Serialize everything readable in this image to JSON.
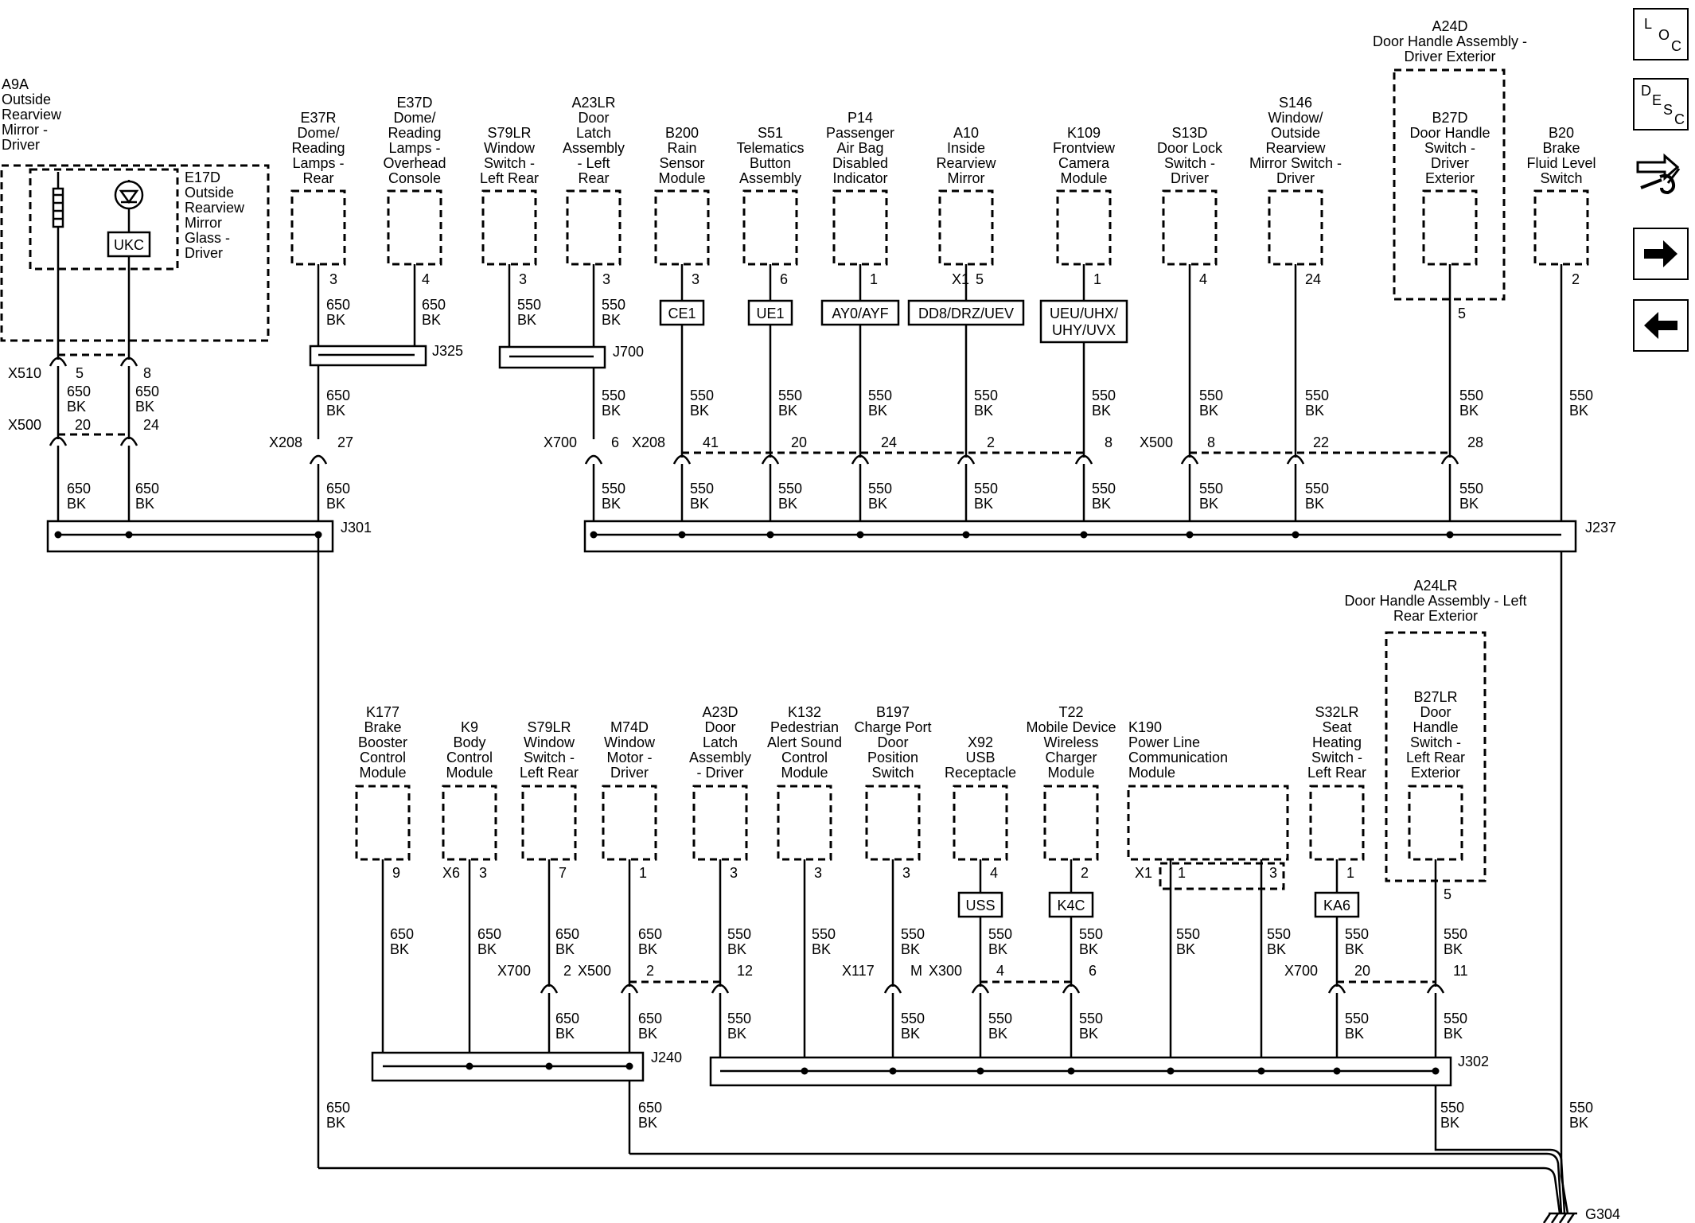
{
  "top_components": [
    {
      "id": "A9A",
      "name": [
        "A9A",
        "Outside",
        "Rearview",
        "Mirror -",
        "Driver"
      ]
    },
    {
      "id": "E17D",
      "name": [
        "E17D",
        "Outside",
        "Rearview",
        "Mirror",
        "Glass -",
        "Driver"
      ],
      "option": "UKC"
    },
    {
      "id": "E37R",
      "name": [
        "E37R",
        "Dome/",
        "Reading",
        "Lamps -",
        "Rear"
      ],
      "pin": "3"
    },
    {
      "id": "E37D",
      "name": [
        "E37D",
        "Dome/",
        "Reading",
        "Lamps -",
        "Overhead",
        "Console"
      ],
      "pin": "4"
    },
    {
      "id": "S79LR_top",
      "name": [
        "S79LR",
        "Window",
        "Switch -",
        "Left Rear"
      ],
      "pin": "3"
    },
    {
      "id": "A23LR",
      "name": [
        "A23LR",
        "Door",
        "Latch",
        "Assembly",
        "- Left",
        "Rear"
      ],
      "pin": "3"
    },
    {
      "id": "B200",
      "name": [
        "B200",
        "Rain",
        "Sensor",
        "Module"
      ],
      "pin": "3",
      "option": "CE1"
    },
    {
      "id": "S51",
      "name": [
        "S51",
        "Telematics",
        "Button",
        "Assembly"
      ],
      "pin": "6",
      "option": "UE1"
    },
    {
      "id": "P14",
      "name": [
        "P14",
        "Passenger",
        "Air Bag",
        "Disabled",
        "Indicator"
      ],
      "pin": "1",
      "option": "AY0/AYF"
    },
    {
      "id": "A10",
      "name": [
        "A10",
        "Inside",
        "Rearview",
        "Mirror"
      ],
      "pin": "5",
      "connector": "X1",
      "option": "DD8/DRZ/UEV"
    },
    {
      "id": "K109",
      "name": [
        "K109",
        "Frontview",
        "Camera",
        "Module"
      ],
      "pin": "1",
      "option": [
        "UEU/UHX/",
        "UHY/UVX"
      ]
    },
    {
      "id": "S13D",
      "name": [
        "S13D",
        "Door Lock",
        "Switch -",
        "Driver"
      ],
      "pin": "4"
    },
    {
      "id": "S146",
      "name": [
        "S146",
        "Window/",
        "Outside",
        "Rearview",
        "Mirror Switch -",
        "Driver"
      ],
      "pin": "24"
    },
    {
      "id": "A24D",
      "name": [
        "A24D",
        "Door Handle Assembly -",
        "Driver Exterior"
      ]
    },
    {
      "id": "B27D",
      "name": [
        "B27D",
        "Door Handle",
        "Switch -",
        "Driver",
        "Exterior"
      ],
      "pin": "5"
    },
    {
      "id": "B20",
      "name": [
        "B20",
        "Brake",
        "Fluid Level",
        "Switch"
      ],
      "pin": "2"
    }
  ],
  "bottom_components": [
    {
      "id": "K177",
      "name": [
        "K177",
        "Brake",
        "Booster",
        "Control",
        "Module"
      ],
      "pin": "9"
    },
    {
      "id": "K9",
      "name": [
        "K9",
        "Body",
        "Control",
        "Module"
      ],
      "pin": "3",
      "connector": "X6"
    },
    {
      "id": "S79LR_bot",
      "name": [
        "S79LR",
        "Window",
        "Switch -",
        "Left Rear"
      ],
      "pin": "7"
    },
    {
      "id": "M74D",
      "name": [
        "M74D",
        "Window",
        "Motor -",
        "Driver"
      ],
      "pin": "1"
    },
    {
      "id": "A23D",
      "name": [
        "A23D",
        "Door",
        "Latch",
        "Assembly",
        "- Driver"
      ],
      "pin": "3"
    },
    {
      "id": "K132",
      "name": [
        "K132",
        "Pedestrian",
        "Alert Sound",
        "Control",
        "Module"
      ],
      "pin": "3"
    },
    {
      "id": "B197",
      "name": [
        "B197",
        "Charge Port",
        "Door",
        "Position",
        "Switch"
      ],
      "pin": "3"
    },
    {
      "id": "X92",
      "name": [
        "X92",
        "USB",
        "Receptacle"
      ],
      "pin": "4",
      "option": "USS"
    },
    {
      "id": "T22",
      "name": [
        "T22",
        "Mobile Device",
        "Wireless",
        "Charger",
        "Module"
      ],
      "pin": "2",
      "option": "K4C"
    },
    {
      "id": "K190",
      "name": [
        "K190",
        "Power Line",
        "Communication",
        "Module"
      ],
      "pins": [
        "1",
        "3"
      ],
      "connector": "X1"
    },
    {
      "id": "S32LR",
      "name": [
        "S32LR",
        "Seat",
        "Heating",
        "Switch -",
        "Left Rear"
      ],
      "pin": "1",
      "option": "KA6"
    },
    {
      "id": "A24LR",
      "name": [
        "A24LR",
        "Door Handle Assembly - Left",
        "Rear Exterior"
      ]
    },
    {
      "id": "B27LR",
      "name": [
        "B27LR",
        "Door",
        "Handle",
        "Switch -",
        "Left Rear",
        "Exterior"
      ],
      "pin": "5"
    }
  ],
  "connectors": {
    "x510": "X510",
    "x500": "X500",
    "x208": "X208",
    "x700": "X700",
    "x117": "X117",
    "x300": "X300",
    "x510_pins": [
      "5",
      "8"
    ],
    "x500_pins": [
      "20",
      "24"
    ],
    "x208_e37": "27",
    "x700_a23lr": "6",
    "x208_chain": [
      "41",
      "20",
      "24",
      "2",
      "8"
    ],
    "x500_chain": [
      "8",
      "22",
      "28"
    ],
    "x700_bot": "2",
    "x500_bot": "2",
    "x500_bot_a23d": "12",
    "x117_pin": "M",
    "x300_pins": [
      "4",
      "6"
    ],
    "x700_s32": "20",
    "x700_b27lr": "11"
  },
  "junctions": {
    "j301": "J301",
    "j237": "J237",
    "j325": "J325",
    "j700": "J700",
    "j240": "J240",
    "j302": "J302"
  },
  "wire": {
    "c650": "650",
    "c550": "550",
    "color": "BK"
  },
  "ground": "G304",
  "nav": {
    "loc": [
      "L",
      "O",
      "C"
    ],
    "desc": [
      "D",
      "E",
      "S",
      "C"
    ]
  }
}
